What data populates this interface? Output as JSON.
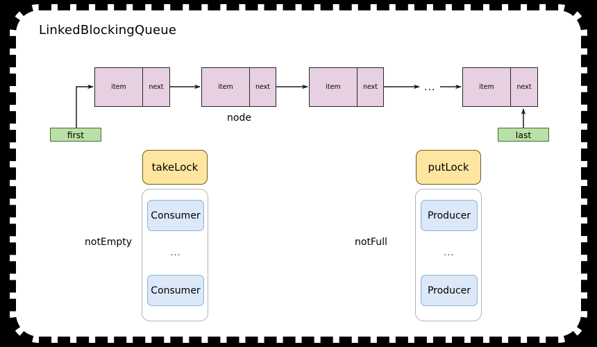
{
  "diagram": {
    "title": "LinkedBlockingQueue",
    "node_label": "node",
    "mid_ellipsis": "...",
    "cell_labels": {
      "item": "item",
      "next": "next"
    },
    "nodes": [
      {
        "item": "item",
        "next": "next"
      },
      {
        "item": "item",
        "next": "next"
      },
      {
        "item": "item",
        "next": "next"
      },
      {
        "item": "item",
        "next": "next"
      }
    ],
    "pointers": {
      "first": "first",
      "last": "last"
    },
    "locks": {
      "take": "takeLock",
      "put": "putLock"
    },
    "conditions": {
      "not_empty": "notEmpty",
      "not_full": "notFull"
    },
    "consumer_queue": {
      "condition": "notEmpty",
      "lock": "takeLock",
      "top": "Consumer",
      "dots": "...",
      "bottom": "Consumer"
    },
    "producer_queue": {
      "condition": "notFull",
      "lock": "putLock",
      "top": "Producer",
      "dots": "...",
      "bottom": "Producer"
    }
  },
  "colors": {
    "node_fill": "#e6d0e2",
    "node_stroke": "#262626",
    "pointer_fill": "#b9e0a5",
    "pointer_stroke": "#3f6b33",
    "lock_fill": "#ffe6a0",
    "lock_stroke": "#6b5a22",
    "worker_fill": "#dbe8f7",
    "worker_stroke": "#8aaedd",
    "queue_stroke": "#b3b3b3",
    "card_bg": "#ffffff",
    "outer_bg": "#000000"
  }
}
